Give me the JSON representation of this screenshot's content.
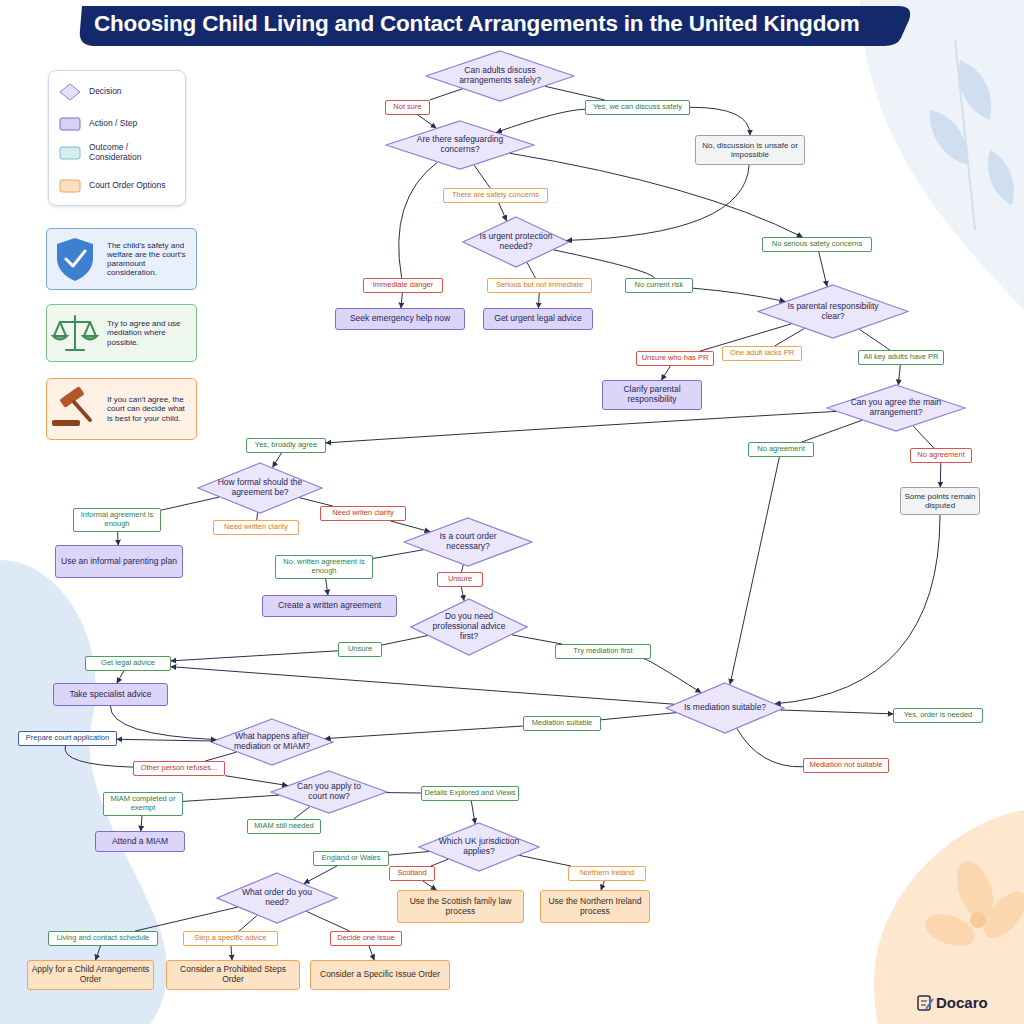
{
  "diagram": {
    "title": "Choosing Child Living and Contact Arrangements in the United Kingdom",
    "nodes": [
      {
        "text": [
          "Can adults discuss arrangements safely?"
        ]
      },
      {
        "text": [
          "Not sure"
        ]
      },
      {
        "text": [
          "Yes, we can discuss safely"
        ]
      },
      {
        "text": [
          "Are there safeguarding concerns?"
        ]
      },
      {
        "text": [
          "No, discussion is unsafe or impossible"
        ]
      },
      {
        "text": [
          "There are safety concerns"
        ]
      },
      {
        "text": [
          "Is urgent protection needed?"
        ]
      },
      {
        "text": [
          "No serious safety concerns"
        ]
      },
      {
        "text": [
          "Immediate danger"
        ]
      },
      {
        "text": [
          "Serious but not immediate"
        ]
      },
      {
        "text": [
          "No current risk"
        ]
      },
      {
        "text": [
          "Is parental responsibility clear?"
        ]
      },
      {
        "text": [
          "Seek emergency help now"
        ]
      },
      {
        "text": [
          "Get urgent legal advice"
        ]
      },
      {
        "text": [
          "Unsure who has PR"
        ]
      },
      {
        "text": [
          "One adult lacks PR"
        ]
      },
      {
        "text": [
          "All key adults have PR"
        ]
      },
      {
        "text": [
          "Clarify parental responsibility"
        ]
      },
      {
        "text": [
          "Can you agree the main arrangement?"
        ]
      },
      {
        "text": [
          "Yes, broadly agree"
        ]
      },
      {
        "text": [
          "No agreement"
        ]
      },
      {
        "text": [
          "No agreement"
        ]
      },
      {
        "text": [
          "How formal should the agreement be?"
        ]
      },
      {
        "text": [
          "Some points remain disputed"
        ]
      },
      {
        "text": [
          "Need writen clarity"
        ]
      },
      {
        "text": [
          "Informal agreement is enough"
        ]
      },
      {
        "text": [
          "Need written clarity"
        ]
      },
      {
        "text": [
          "Is a court order necessary?"
        ]
      },
      {
        "text": [
          "Use an informal parenting plan"
        ]
      },
      {
        "text": [
          "No, written agreement is enough"
        ]
      },
      {
        "text": [
          "Unsure"
        ]
      },
      {
        "text": [
          "Create a written agreement"
        ]
      },
      {
        "text": [
          "Do you need professional advice first?"
        ]
      },
      {
        "text": [
          "Unsure"
        ]
      },
      {
        "text": [
          "Try mediation first"
        ]
      },
      {
        "text": [
          "Get legal advice"
        ]
      },
      {
        "text": [
          "Take specialist advice"
        ]
      },
      {
        "text": [
          "Is mediation suitable?"
        ]
      },
      {
        "text": [
          "Yes, order is needed"
        ]
      },
      {
        "text": [
          "Mediation suitable"
        ]
      },
      {
        "text": [
          "What happens after mediation or MIAM?"
        ]
      },
      {
        "text": [
          "Prepare court application"
        ]
      },
      {
        "text": [
          "Other person refuses..."
        ]
      },
      {
        "text": [
          "Mediation not suitable"
        ]
      },
      {
        "text": [
          "Can you apply to court now?"
        ]
      },
      {
        "text": [
          "Details Explored and Views"
        ]
      },
      {
        "text": [
          "MIAM completed or exempt"
        ]
      },
      {
        "text": [
          "MIAM still needed"
        ]
      },
      {
        "text": [
          "Attend a MIAM"
        ]
      },
      {
        "text": [
          "Which UK jurisdiction applies?"
        ]
      },
      {
        "text": [
          "England or Wales"
        ]
      },
      {
        "text": [
          "Scotland"
        ]
      },
      {
        "text": [
          "Northern Ireland"
        ]
      },
      {
        "text": [
          "What order do you need?"
        ]
      },
      {
        "text": [
          "Use the Scottish family law process"
        ]
      },
      {
        "text": [
          "Use the Northern Ireland process"
        ]
      },
      {
        "text": [
          "Living and contact schedule"
        ]
      },
      {
        "text": [
          "Step a specific advice"
        ]
      },
      {
        "text": [
          "Decide one issue"
        ]
      },
      {
        "text": [
          "Apply for a Child Arrangements Order"
        ]
      },
      {
        "text": [
          "Consider a Prohibited Steps Order"
        ]
      },
      {
        "text": [
          "Consider a Specific Issue Order"
        ]
      },
      {
        "text": [
          "The child's safety and welfare are the court's paramount consideration."
        ]
      },
      {
        "text": [
          "Try to agree and use mediation where possible."
        ]
      },
      {
        "text": [
          "If you can't agree, the court can decide what is best for your child."
        ]
      }
    ],
    "edges": [
      {
        "from": 0,
        "to": 1,
        "arrow": "none"
      },
      {
        "from": 1,
        "to": 3,
        "arrow": "to"
      },
      {
        "from": 0,
        "to": 2,
        "arrow": "none"
      },
      {
        "from": 2,
        "to": 3,
        "arrow": "to"
      },
      {
        "from": 2,
        "to": 4,
        "arrow": "to"
      },
      {
        "from": 4,
        "to": 6,
        "arrow": "to"
      },
      {
        "from": 3,
        "to": 5,
        "arrow": "none"
      },
      {
        "from": 5,
        "to": 6,
        "arrow": "to"
      },
      {
        "from": 3,
        "to": 8,
        "arrow": "none"
      },
      {
        "from": 8,
        "to": 12,
        "arrow": "to"
      },
      {
        "from": 3,
        "to": 7,
        "arrow": "to"
      },
      {
        "from": 7,
        "to": 11,
        "arrow": "to"
      },
      {
        "from": 6,
        "to": 9,
        "arrow": "none"
      },
      {
        "from": 9,
        "to": 13,
        "arrow": "to"
      },
      {
        "from": 6,
        "to": 10,
        "arrow": "none"
      },
      {
        "from": 10,
        "to": 11,
        "arrow": "to"
      },
      {
        "from": 11,
        "to": 14,
        "arrow": "none"
      },
      {
        "from": 14,
        "to": 17,
        "arrow": "to"
      },
      {
        "from": 11,
        "to": 15,
        "arrow": "none"
      },
      {
        "from": 11,
        "to": 16,
        "arrow": "none"
      },
      {
        "from": 16,
        "to": 18,
        "arrow": "to"
      },
      {
        "from": 18,
        "to": 19,
        "arrow": "to"
      },
      {
        "from": 19,
        "to": 22,
        "arrow": "to"
      },
      {
        "from": 18,
        "to": 20,
        "arrow": "none"
      },
      {
        "from": 20,
        "to": 37,
        "arrow": "to"
      },
      {
        "from": 18,
        "to": 21,
        "arrow": "none"
      },
      {
        "from": 21,
        "to": 23,
        "arrow": "to"
      },
      {
        "from": 23,
        "to": 37,
        "arrow": "to"
      },
      {
        "from": 22,
        "to": 25,
        "arrow": "none"
      },
      {
        "from": 25,
        "to": 28,
        "arrow": "to"
      },
      {
        "from": 22,
        "to": 26,
        "arrow": "none"
      },
      {
        "from": 22,
        "to": 24,
        "arrow": "none"
      },
      {
        "from": 24,
        "to": 27,
        "arrow": "to"
      },
      {
        "from": 27,
        "to": 29,
        "arrow": "none"
      },
      {
        "from": 29,
        "to": 31,
        "arrow": "to"
      },
      {
        "from": 27,
        "to": 30,
        "arrow": "none"
      },
      {
        "from": 30,
        "to": 32,
        "arrow": "to"
      },
      {
        "from": 32,
        "to": 33,
        "arrow": "none"
      },
      {
        "from": 33,
        "to": 35,
        "arrow": "to"
      },
      {
        "from": 35,
        "to": 36,
        "arrow": "to"
      },
      {
        "from": 32,
        "to": 34,
        "arrow": "none"
      },
      {
        "from": 34,
        "to": 37,
        "arrow": "to"
      },
      {
        "from": 37,
        "to": 35,
        "arrow": "to"
      },
      {
        "from": 36,
        "to": 40,
        "arrow": "to"
      },
      {
        "from": 37,
        "to": 39,
        "arrow": "none"
      },
      {
        "from": 39,
        "to": 40,
        "arrow": "to"
      },
      {
        "from": 37,
        "to": 38,
        "arrow": "to"
      },
      {
        "from": 37,
        "to": 43,
        "arrow": "none"
      },
      {
        "from": 40,
        "to": 41,
        "arrow": "to"
      },
      {
        "from": 41,
        "to": 42,
        "arrow": "none"
      },
      {
        "from": 40,
        "to": 42,
        "arrow": "none"
      },
      {
        "from": 42,
        "to": 44,
        "arrow": "to"
      },
      {
        "from": 44,
        "to": 46,
        "arrow": "none"
      },
      {
        "from": 46,
        "to": 48,
        "arrow": "to"
      },
      {
        "from": 44,
        "to": 47,
        "arrow": "none"
      },
      {
        "from": 44,
        "to": 45,
        "arrow": "none"
      },
      {
        "from": 45,
        "to": 49,
        "arrow": "to"
      },
      {
        "from": 49,
        "to": 50,
        "arrow": "none"
      },
      {
        "from": 50,
        "to": 53,
        "arrow": "to"
      },
      {
        "from": 49,
        "to": 51,
        "arrow": "none"
      },
      {
        "from": 51,
        "to": 54,
        "arrow": "to"
      },
      {
        "from": 49,
        "to": 52,
        "arrow": "none"
      },
      {
        "from": 52,
        "to": 55,
        "arrow": "to"
      },
      {
        "from": 53,
        "to": 56,
        "arrow": "none"
      },
      {
        "from": 56,
        "to": 59,
        "arrow": "to"
      },
      {
        "from": 53,
        "to": 57,
        "arrow": "none"
      },
      {
        "from": 57,
        "to": 60,
        "arrow": "to"
      },
      {
        "from": 53,
        "to": 58,
        "arrow": "none"
      },
      {
        "from": 58,
        "to": 61,
        "arrow": "to"
      }
    ],
    "labels": [
      "Docaro"
    ],
    "legend": [
      {
        "text": "Decision",
        "color": "#e6defa"
      },
      {
        "text": "Action / Step",
        "color": "#d9d0f6"
      },
      {
        "text": "Outcome / Consideration",
        "color": "#d5edf0"
      },
      {
        "text": "Court Order Options",
        "color": "#fde0c2"
      }
    ]
  }
}
